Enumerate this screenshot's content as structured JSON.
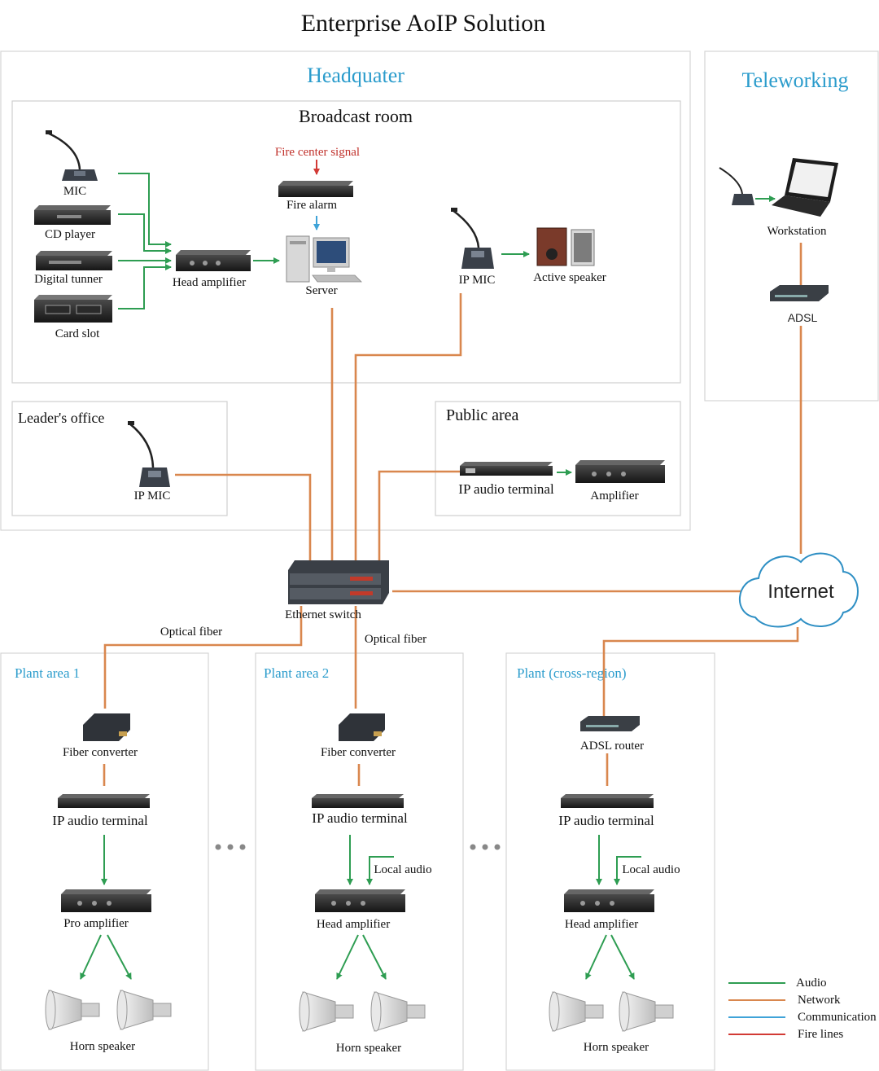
{
  "title": "Enterprise AoIP Solution",
  "headquarter": {
    "title": "Headquater",
    "broadcast_room": {
      "title": "Broadcast room",
      "mic": "MIC",
      "cd_player": "CD player",
      "digital_tuner": "Digital tunner",
      "card_slot": "Card slot",
      "head_amplifier": "Head amplifier",
      "fire_center_signal": "Fire center signal",
      "fire_alarm": "Fire alarm",
      "server": "Server",
      "ip_mic": "IP MIC",
      "active_speaker": "Active speaker"
    },
    "leaders_office": {
      "title": "Leader's office",
      "ip_mic": "IP MIC"
    },
    "public_area": {
      "title": "Public area",
      "ip_audio_terminal": "IP audio terminal",
      "amplifier": "Amplifier"
    }
  },
  "teleworking": {
    "title": "Teleworking",
    "workstation": "Workstation",
    "adsl": "ADSL"
  },
  "ethernet_switch": "Ethernet switch",
  "internet": "Internet",
  "optical_fiber_1": "Optical fiber",
  "optical_fiber_2": "Optical fiber",
  "plant1": {
    "title": "Plant area 1",
    "fiber_converter": "Fiber converter",
    "ip_audio_terminal": "IP audio terminal",
    "amplifier": "Pro amplifier",
    "horn_speaker": "Horn speaker"
  },
  "plant2": {
    "title": "Plant area 2",
    "fiber_converter": "Fiber converter",
    "ip_audio_terminal": "IP audio terminal",
    "local_audio": "Local audio",
    "amplifier": "Head amplifier",
    "horn_speaker": "Horn speaker"
  },
  "plant3": {
    "title": "Plant (cross-region)",
    "adsl_router": "ADSL router",
    "ip_audio_terminal": "IP audio terminal",
    "local_audio": "Local audio",
    "amplifier": "Head amplifier",
    "horn_speaker": "Horn speaker"
  },
  "legend": [
    "Audio",
    "Network",
    "Communication",
    "Fire lines"
  ],
  "colors": {
    "audio": "#2e9d52",
    "network": "#d9874e",
    "communication": "#3fa3d8",
    "fire": "#d23a35",
    "title_blue": "#2b9ccc"
  }
}
